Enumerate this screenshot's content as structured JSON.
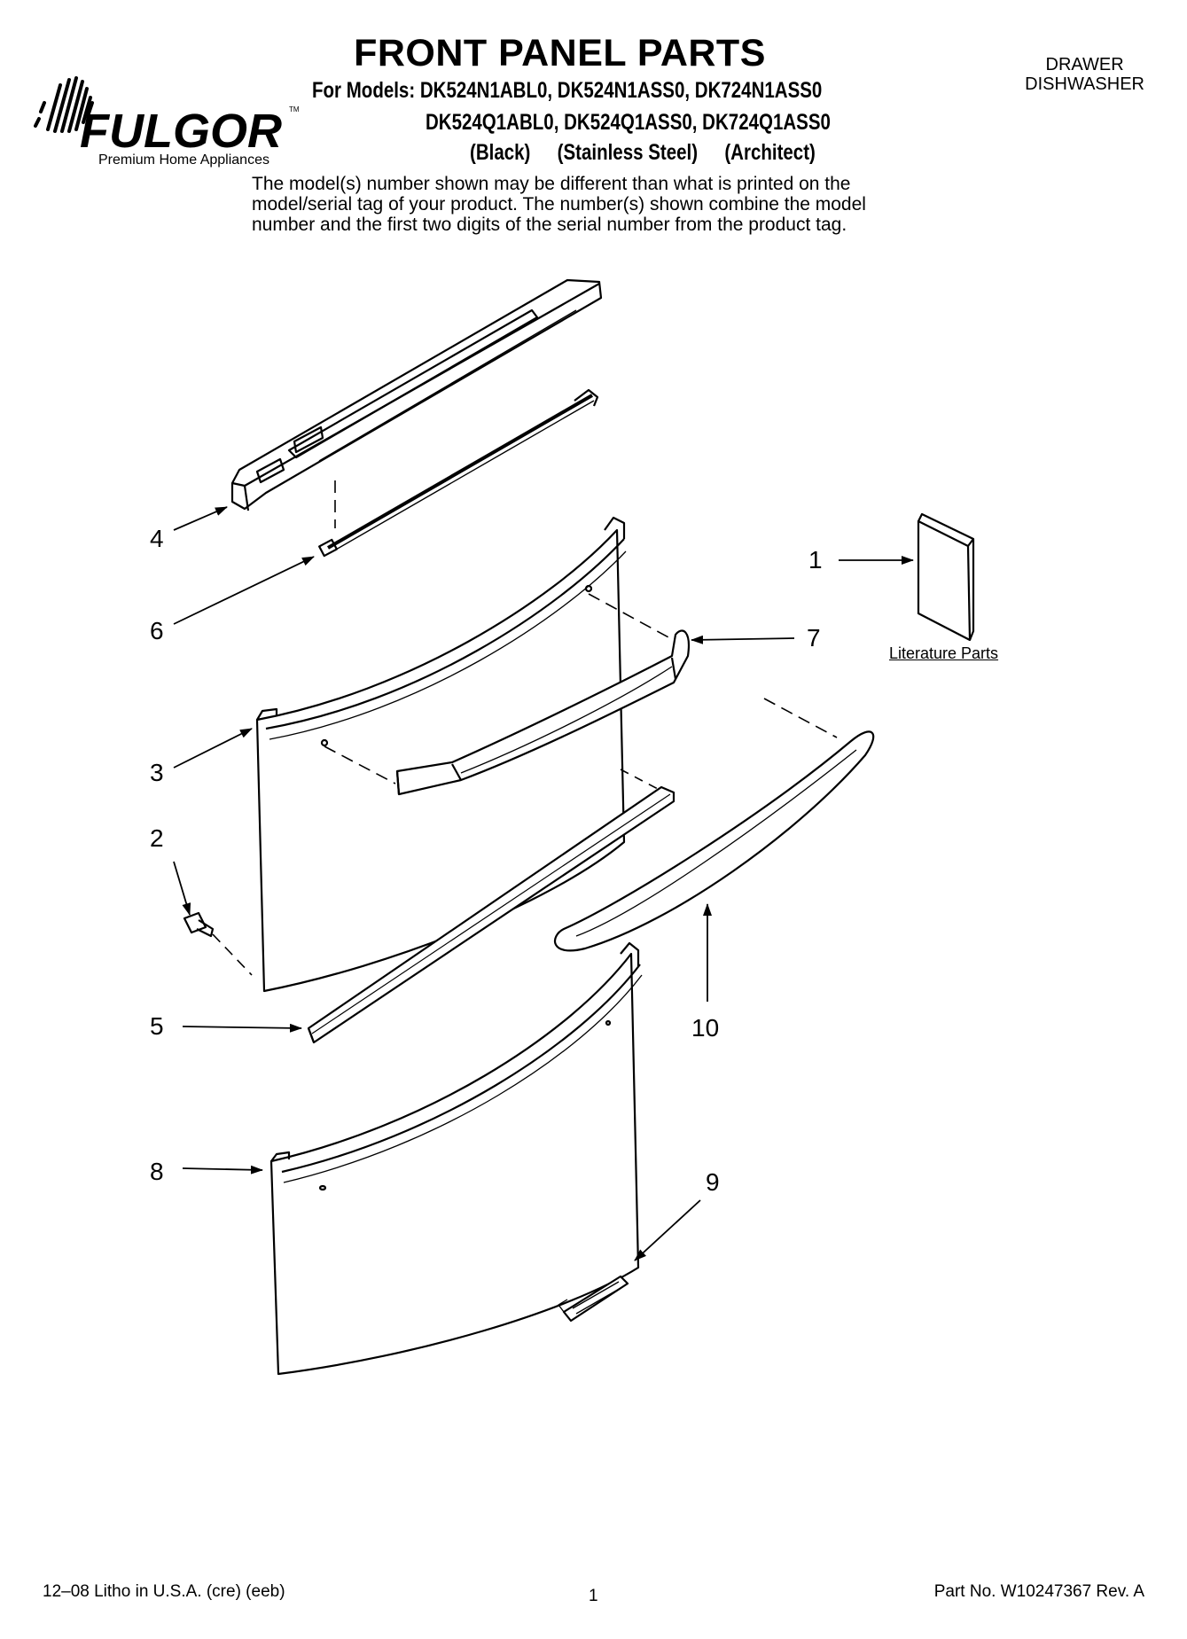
{
  "header": {
    "title": "FRONT PANEL PARTS",
    "models_line_1": "For Models: DK524N1ABL0, DK524N1ASS0, DK724N1ASS0",
    "models_line_2": "DK524Q1ABL0, DK524Q1ASS0, DK724Q1ASS0",
    "variants": [
      "(Black)",
      "(Stainless Steel)",
      "(Architect)"
    ],
    "category_line_1": "DRAWER",
    "category_line_2": "DISHWASHER",
    "notice_lines": [
      "The model(s) number shown may be different than what is printed on the",
      "model/serial tag of your product. The number(s) shown combine the model",
      "number and the first two digits of the serial number from the product tag."
    ]
  },
  "brand": {
    "name": "FULGOR",
    "tagline": "Premium Home Appliances",
    "icon": "fulgor-logo-icon"
  },
  "callouts": [
    {
      "id": "1",
      "label": "1"
    },
    {
      "id": "2",
      "label": "2"
    },
    {
      "id": "3",
      "label": "3"
    },
    {
      "id": "4",
      "label": "4"
    },
    {
      "id": "5",
      "label": "5"
    },
    {
      "id": "6",
      "label": "6"
    },
    {
      "id": "7",
      "label": "7"
    },
    {
      "id": "8",
      "label": "8"
    },
    {
      "id": "9",
      "label": "9"
    },
    {
      "id": "10",
      "label": "10"
    }
  ],
  "literature_label": "Literature Parts",
  "badge_icon": "fulgor-badge-icon",
  "footer": {
    "print_info": "12–08 Litho in U.S.A. (cre) (eeb)",
    "page": "1",
    "part_no": "Part No. W10247367 Rev. A"
  }
}
